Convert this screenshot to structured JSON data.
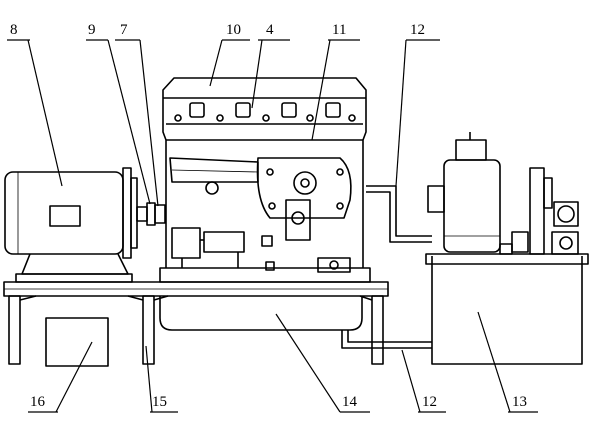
{
  "labels": {
    "l8": "8",
    "l9": "9",
    "l7": "7",
    "l10": "10",
    "l4": "4",
    "l11": "11",
    "l12_top": "12",
    "l16": "16",
    "l15": "15",
    "l14": "14",
    "l12_bottom": "12",
    "l13": "13"
  },
  "colors": {
    "line": "#000000",
    "background": "#ffffff"
  }
}
